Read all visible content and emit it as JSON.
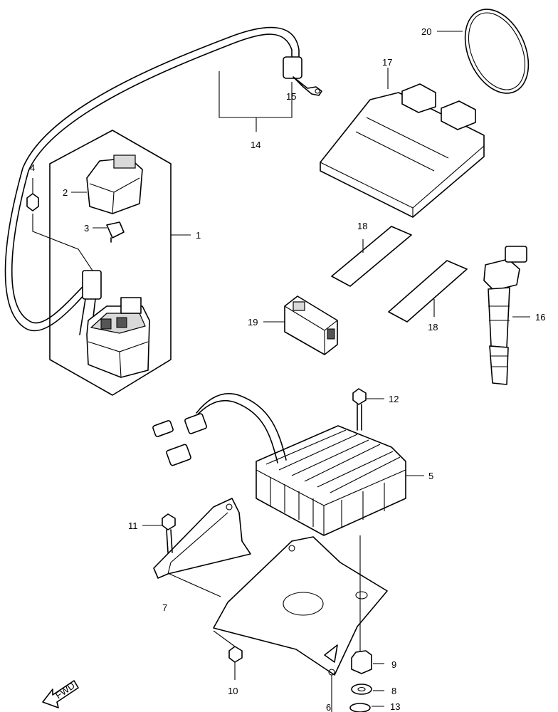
{
  "labels": [
    {
      "id": "1",
      "text": "1"
    },
    {
      "id": "2",
      "text": "2"
    },
    {
      "id": "3",
      "text": "3"
    },
    {
      "id": "4",
      "text": "4"
    },
    {
      "id": "5",
      "text": "5"
    },
    {
      "id": "6",
      "text": "6"
    },
    {
      "id": "7",
      "text": "7"
    },
    {
      "id": "8",
      "text": "8"
    },
    {
      "id": "9",
      "text": "9"
    },
    {
      "id": "10",
      "text": "10"
    },
    {
      "id": "11",
      "text": "11"
    },
    {
      "id": "12",
      "text": "12"
    },
    {
      "id": "13",
      "text": "13"
    },
    {
      "id": "14",
      "text": "14"
    },
    {
      "id": "15",
      "text": "15"
    },
    {
      "id": "16",
      "text": "16"
    },
    {
      "id": "17",
      "text": "17"
    },
    {
      "id": "18a",
      "text": "18"
    },
    {
      "id": "18b",
      "text": "18"
    },
    {
      "id": "19",
      "text": "19"
    },
    {
      "id": "20",
      "text": "20"
    }
  ],
  "front_arrow": {
    "text": "FWD"
  }
}
